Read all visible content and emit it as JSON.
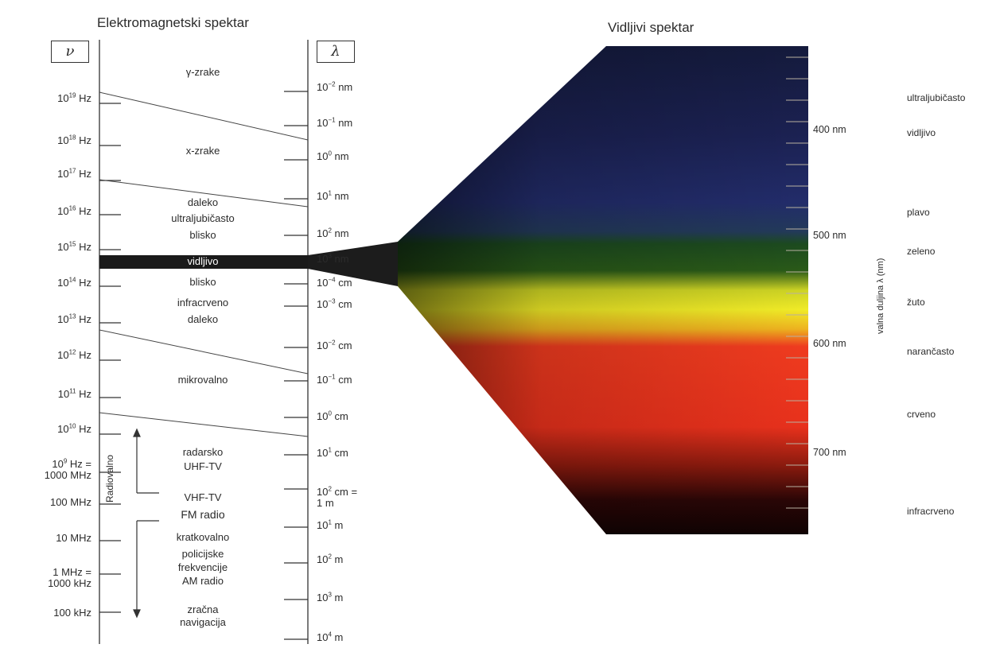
{
  "titles": {
    "em": "Elektromagnetski spektar",
    "visible": "Vidljivi spektar"
  },
  "symbols": {
    "nu": "ν",
    "lambda": "λ"
  },
  "frequency_labels": [
    {
      "html": "10<sup>19</sup> Hz"
    },
    {
      "html": "10<sup>18</sup> Hz"
    },
    {
      "html": "10<sup>17</sup> Hz"
    },
    {
      "html": "10<sup>16</sup> Hz"
    },
    {
      "html": "10<sup>15</sup> Hz"
    },
    {
      "html": "10<sup>14</sup> Hz"
    },
    {
      "html": "10<sup>13</sup> Hz"
    },
    {
      "html": "10<sup>12</sup> Hz"
    },
    {
      "html": "10<sup>11</sup> Hz"
    },
    {
      "html": "10<sup>10</sup> Hz"
    },
    {
      "html": "10<sup>9</sup> Hz =<br>1000 MHz"
    },
    {
      "html": "100 MHz"
    },
    {
      "html": "10 MHz"
    },
    {
      "html": "1 MHz =<br>1000 kHz"
    },
    {
      "html": "100 kHz"
    }
  ],
  "wavelength_labels": [
    {
      "html": "10<sup>−2</sup> nm"
    },
    {
      "html": "10<sup>−1</sup> nm"
    },
    {
      "html": "10<sup>0</sup> nm"
    },
    {
      "html": "10<sup>1</sup> nm"
    },
    {
      "html": "10<sup>2</sup> nm"
    },
    {
      "html": "10<sup>3</sup> nm"
    },
    {
      "html": "10<sup>−4</sup> cm"
    },
    {
      "html": "10<sup>−3</sup> cm"
    },
    {
      "html": "10<sup>−2</sup> cm"
    },
    {
      "html": "10<sup>−1</sup> cm"
    },
    {
      "html": "10<sup>0</sup> cm"
    },
    {
      "html": "10<sup>1</sup> cm"
    },
    {
      "html": "10<sup>2</sup> cm =<br>1 m"
    },
    {
      "html": "10<sup>1</sup> m"
    },
    {
      "html": "10<sup>2</sup> m"
    },
    {
      "html": "10<sup>3</sup> m"
    },
    {
      "html": "10<sup>4</sup> m"
    }
  ],
  "bands": {
    "gamma": "γ-zrake",
    "xray": "x-zrake",
    "uv_far": "daleko",
    "uv": "ultraljubičasto",
    "uv_near": "blisko",
    "visible": "vidljivo",
    "ir_near": "blisko",
    "ir": "infracrveno",
    "ir_far": "daleko",
    "micro": "mikrovalno",
    "radar": "radarsko",
    "uhf": "UHF-TV",
    "vhf": "VHF-TV",
    "fm": "FM radio",
    "short": "kratkovalno",
    "police": "policijske",
    "police2": "frekvencije",
    "am": "AM radio",
    "air": "zračna",
    "air2": "navigacija",
    "radio": "Radiovalno"
  },
  "nm_labels": [
    "400 nm",
    "500 nm",
    "600 nm",
    "700 nm"
  ],
  "axis_label": "valna duljina λ (nm)",
  "visible_bands": [
    "ultraljubičasto",
    "vidljivo",
    "plavo",
    "zeleno",
    "žuto",
    "narančasto",
    "crveno",
    "infracrveno"
  ],
  "spectrum_colors": {
    "blue": "#1f2a63",
    "green": "#1b4a1c",
    "yellow": "#ecea2a",
    "red": "#ee3a1f",
    "dark": "#150404",
    "background": "#ffffff"
  }
}
